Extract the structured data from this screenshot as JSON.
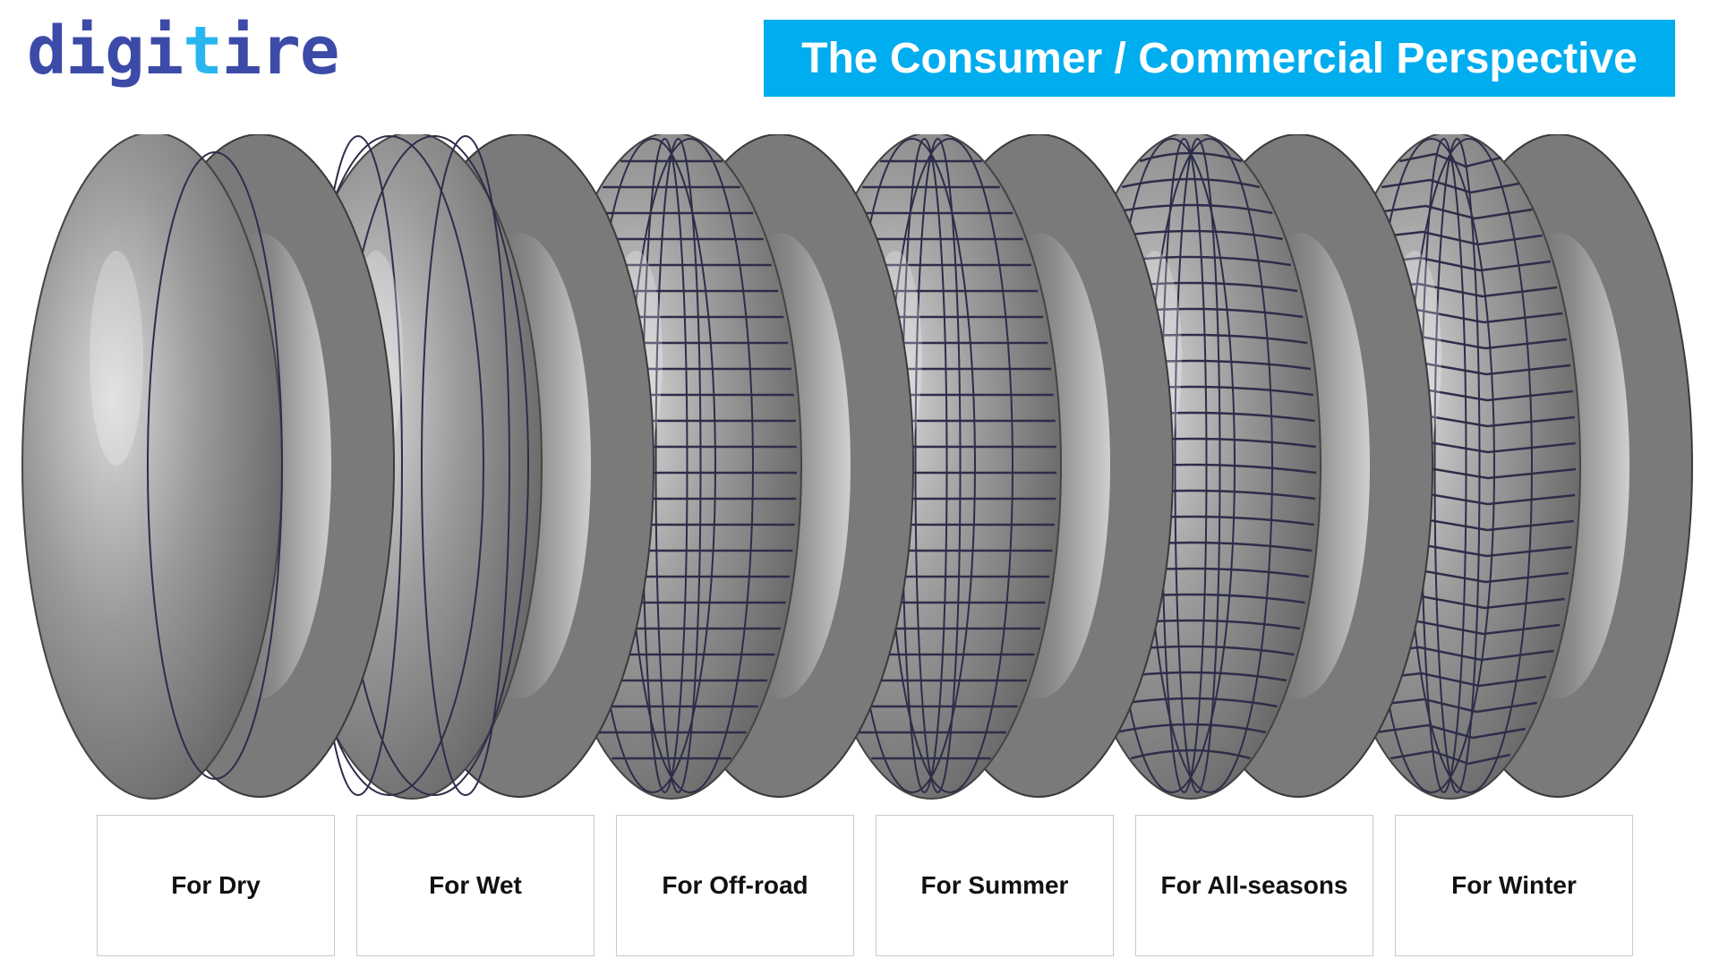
{
  "logo": {
    "part1": "digi",
    "part2": "t",
    "part3": "ire"
  },
  "header": {
    "title": "The Consumer / Commercial Perspective"
  },
  "colors": {
    "accent": "#00adef",
    "logo_dark": "#3c4aa8",
    "logo_light": "#29b6f0",
    "tire": "#8d8d8d"
  },
  "tires": [
    {
      "label": "For Dry",
      "tread": "slick"
    },
    {
      "label": "For Wet",
      "tread": "grooved"
    },
    {
      "label": "For Off-road",
      "tread": "blocks"
    },
    {
      "label": "For Summer",
      "tread": "blocks"
    },
    {
      "label": "For All-seasons",
      "tread": "chevron"
    },
    {
      "label": "For Winter",
      "tread": "sipes"
    }
  ]
}
